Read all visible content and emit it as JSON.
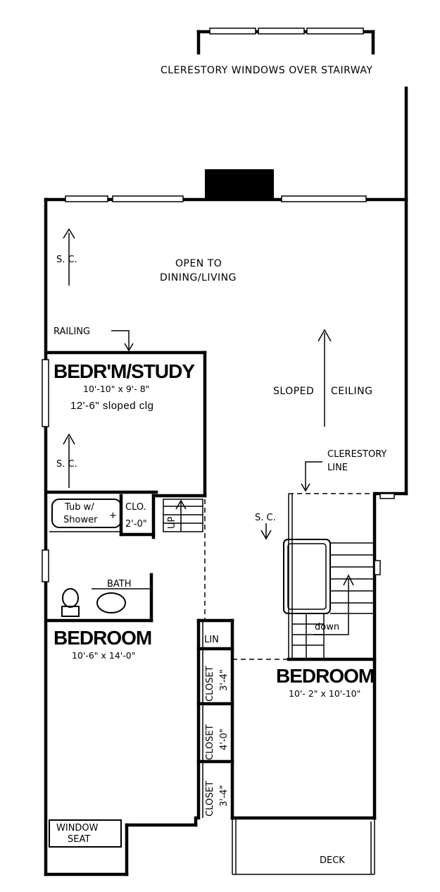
{
  "labels": {
    "clerestory_windows": "CLERESTORY WINDOWS OVER STAIRWAY",
    "open_to": "OPEN TO",
    "dining_living": "DINING/LIVING",
    "sc": "S. C.",
    "railing": "RAILING",
    "sloped": "SLOPED",
    "ceiling": "CEILING",
    "clerestory": "CLERESTORY",
    "line": "LINE",
    "tub_line1": "Tub w/",
    "tub_line2": "Shower",
    "clo": "CLO.",
    "clo_dim": "2'-0\"",
    "up": "UP",
    "down": "down",
    "bath": "BATH",
    "lin": "LIN",
    "closet": "CLOSET",
    "closet1_dim": "3'-4\"",
    "closet2_dim": "4'-0\"",
    "closet3_dim": "3'-4\"",
    "window": "WINDOW",
    "seat": "SEAT",
    "deck": "DECK"
  },
  "rooms": {
    "study": {
      "name": "BEDR'M/STUDY",
      "dims": "10'-10\" x 9'- 8\"",
      "note": "12'-6\" sloped clg"
    },
    "bedroom_left": {
      "name": "BEDROOM",
      "dims": "10'-6\" x 14'-0\""
    },
    "bedroom_right": {
      "name": "BEDROOM",
      "dims": "10'- 2\" x 10'-10\""
    }
  }
}
